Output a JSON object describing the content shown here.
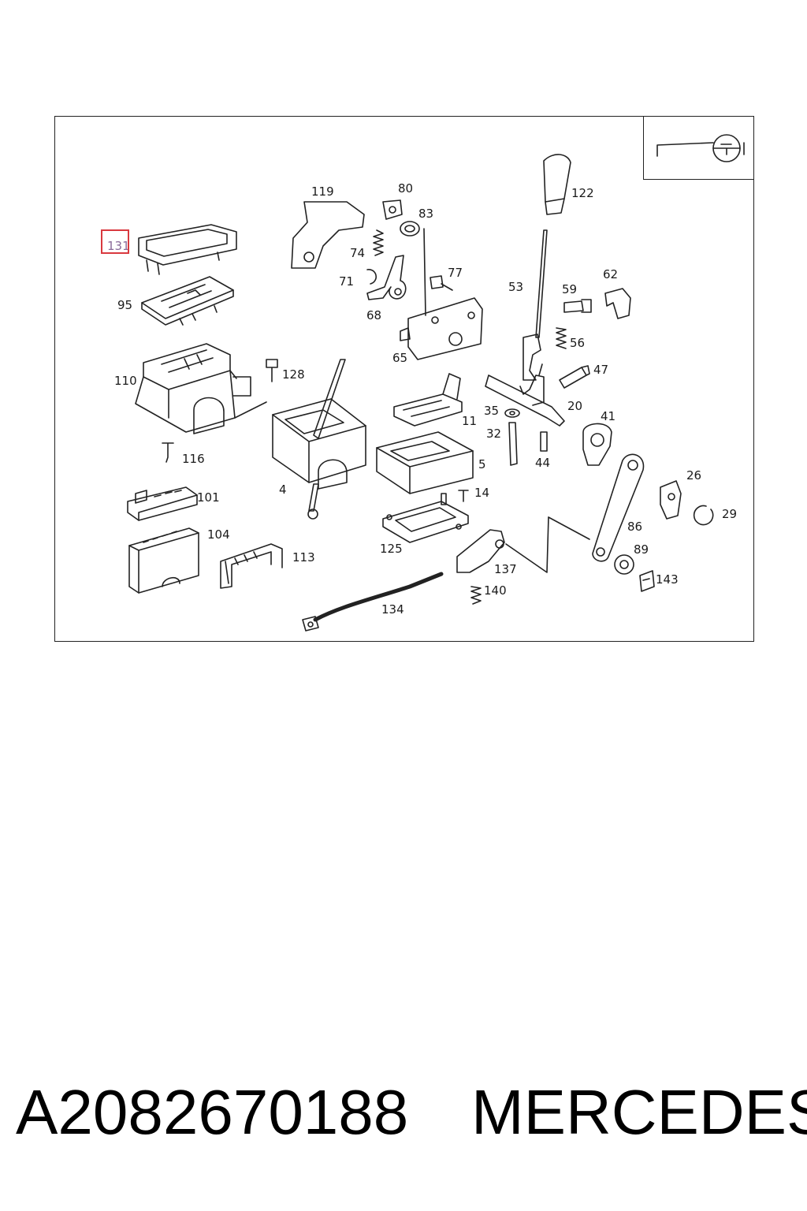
{
  "diagram": {
    "highlighted_part": "131",
    "highlight_color": "#d9393f",
    "labels": {
      "l131": "131",
      "l95": "95",
      "l110": "110",
      "l116": "116",
      "l128": "128",
      "l101": "101",
      "l104": "104",
      "l113": "113",
      "l119": "119",
      "l80": "80",
      "l83": "83",
      "l74": "74",
      "l71": "71",
      "l68": "68",
      "l77": "77",
      "l65": "65",
      "l122": "122",
      "l53": "53",
      "l59": "59",
      "l62": "62",
      "l56": "56",
      "l47": "47",
      "l4": "4",
      "l11": "11",
      "l5": "5",
      "l35": "35",
      "l32": "32",
      "l44": "44",
      "l20": "20",
      "l41": "41",
      "l14": "14",
      "l125": "125",
      "l137": "137",
      "l140": "140",
      "l134": "134",
      "l86": "86",
      "l89": "89",
      "l143": "143",
      "l26": "26",
      "l29": "29"
    }
  },
  "caption": {
    "part_number": "A2082670188",
    "brand": "MERCEDES"
  }
}
